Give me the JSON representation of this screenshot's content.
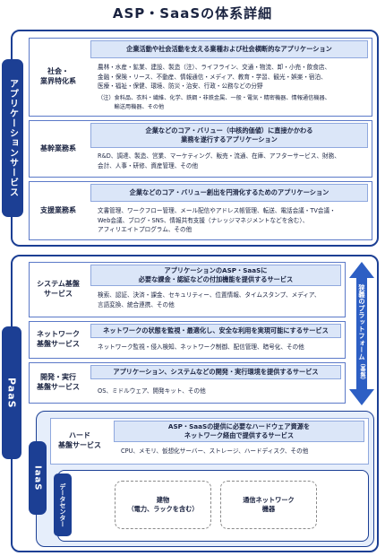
{
  "title": "ASP・SaaSの体系詳細",
  "application_services": {
    "label": "アプリケーションサービス",
    "rows": [
      {
        "name": "社会・\n業界特化系",
        "header": "企業活動や社会活動を支える業種および社会横断的なアプリケーション",
        "desc_lines": [
          "農林・水産・鉱業、建設、製造（注）、ライフライン、交通・物流、卸・小売・飲食店、",
          "金融・保険・リース、不動産、情報通信・メディア、教育・学習、観光・娯楽・宿泊、",
          "医療・福祉・保健、環境、防災・治安、行政・公務などの分野"
        ],
        "note_lines": [
          "（注）食料品、衣料・繊維、化学、鉄鋼・非鉄金属、一般・電気・精密機器、情報通信機器、",
          "　　　輸送用機器、その他"
        ]
      },
      {
        "name": "基幹業務系",
        "header": "企業などのコア・バリュー（中核的価値）に直接かかわる\n業務を遂行するアプリケーション",
        "desc_lines": [
          "R&D、調達、製造、営業、マーケティング、販売・流通、在庫、アフターサービス、財務、",
          "会計、人事・研修、資産管理、その他"
        ]
      },
      {
        "name": "支援業務系",
        "header": "企業などのコア・バリュー創出を円滑化するためのアプリケーション",
        "desc_lines": [
          "文書管理、ワークフロー管理、メール配信やアドレス帳管理、転送、電話会議・TV会議・",
          "Web会議、ブログ・SNS、情報共有支援（ナレッジマネジメントなどを含む）、",
          "アフィリエイトプログラム、その他"
        ]
      }
    ]
  },
  "paas": {
    "label": "PaaS",
    "arrow_label": "狭義のプラットフォーム",
    "arrow_sublabel": "（基盤）",
    "rows": [
      {
        "name": "システム基盤\nサービス",
        "header": "アプリケーションのASP・SaaSに\n必要な課金・認証などの付加機能を提供するサービス",
        "desc_lines": [
          "検索、認証、決済・課金、セキュリティー、位置情報、タイムスタンプ、メディア、",
          "言語変換、統合連携、その他"
        ]
      },
      {
        "name": "ネットワーク\n基盤サービス",
        "header": "ネットワークの状態を監視・最適化し、安全な利用を実現可能にするサービス",
        "desc_lines": [
          "ネットワーク監視・侵入検知、ネットワーク制御、配信管理、暗号化、その他"
        ]
      },
      {
        "name": "開発・実行\n基盤サービス",
        "header": "アプリケーション、システムなどの開発・実行環境を提供するサービス",
        "desc_lines": [
          "OS、ミドルウェア、開発キット、その他"
        ]
      }
    ]
  },
  "iaas": {
    "label": "IaaS",
    "hardware": {
      "name": "ハード\n基盤サービス",
      "header": "ASP・SaaSの提供に必要なハードウェア資源を\nネットワーク経由で提供するサービス",
      "desc_lines": [
        "CPU、メモリ、仮想化サーバー、ストレージ、ハードディスク、その他"
      ]
    },
    "datacenter": {
      "label": "データセンター",
      "items": [
        "建物\n（電力、ラックを含む）",
        "通信ネットワーク\n機器"
      ]
    }
  },
  "colors": {
    "primary": "#1c3f94",
    "header_fill": "#dbe6f8",
    "iaas_fill": "#e6eefb",
    "arrow_fill": "#2d5fc4"
  }
}
